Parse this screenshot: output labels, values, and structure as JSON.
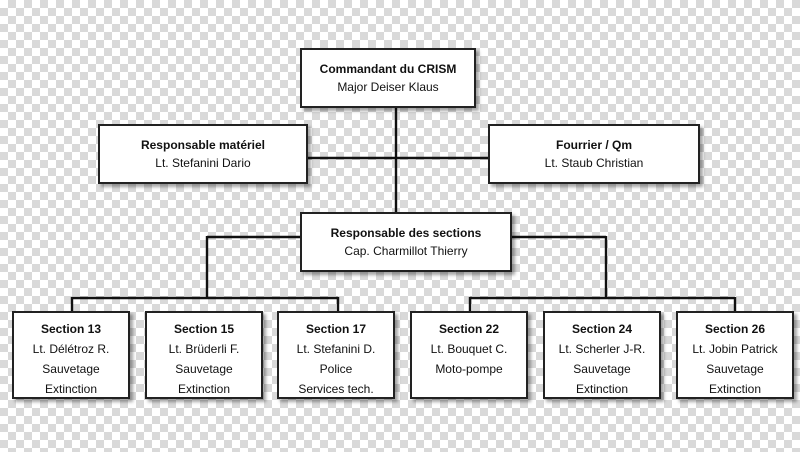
{
  "commander": {
    "title": "Commandant du CRISM",
    "name": "Major Deiser Klaus"
  },
  "materiel": {
    "title": "Responsable matériel",
    "name": "Lt. Stefanini Dario"
  },
  "fourrier": {
    "title": "Fourrier / Qm",
    "name": "Lt. Staub Christian"
  },
  "sections_head": {
    "title": "Responsable des sections",
    "name": "Cap. Charmillot Thierry"
  },
  "sections": [
    {
      "title": "Section 13",
      "name": "Lt. Délétroz R.",
      "line1": "Sauvetage",
      "line2": "Extinction"
    },
    {
      "title": "Section 15",
      "name": "Lt. Brüderli F.",
      "line1": "Sauvetage",
      "line2": "Extinction"
    },
    {
      "title": "Section 17",
      "name": "Lt. Stefanini D.",
      "line1": "Police",
      "line2": "Services tech."
    },
    {
      "title": "Section 22",
      "name": "Lt. Bouquet C.",
      "line1": "Moto-pompe",
      "line2": ""
    },
    {
      "title": "Section 24",
      "name": "Lt. Scherler J-R.",
      "line1": "Sauvetage",
      "line2": "Extinction"
    },
    {
      "title": "Section 26",
      "name": "Lt. Jobin Patrick",
      "line1": "Sauvetage",
      "line2": "Extinction"
    }
  ]
}
